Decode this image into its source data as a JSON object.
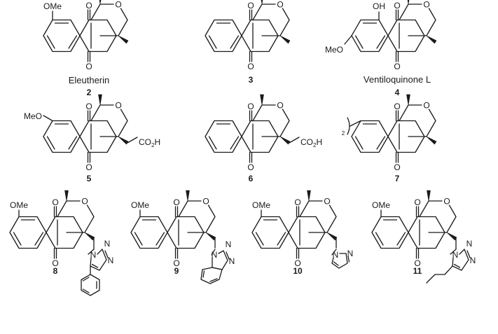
{
  "labels": {
    "ome": "OMe",
    "oh": "OH",
    "meo": "MeO",
    "o": "O",
    "co2h": "CO",
    "co2h_sub": "2",
    "co2h_h": "H",
    "n": "N",
    "dimer_sub": "2"
  },
  "compounds": [
    {
      "id": "2",
      "number": "2",
      "name": "Eleutherin"
    },
    {
      "id": "3",
      "number": "3",
      "name": ""
    },
    {
      "id": "4",
      "number": "4",
      "name": "Ventiloquinone L"
    },
    {
      "id": "5",
      "number": "5",
      "name": ""
    },
    {
      "id": "6",
      "number": "6",
      "name": ""
    },
    {
      "id": "7",
      "number": "7",
      "name": ""
    },
    {
      "id": "8",
      "number": "8",
      "name": ""
    },
    {
      "id": "9",
      "number": "9",
      "name": ""
    },
    {
      "id": "10",
      "number": "10",
      "name": ""
    },
    {
      "id": "11",
      "number": "11",
      "name": ""
    }
  ]
}
